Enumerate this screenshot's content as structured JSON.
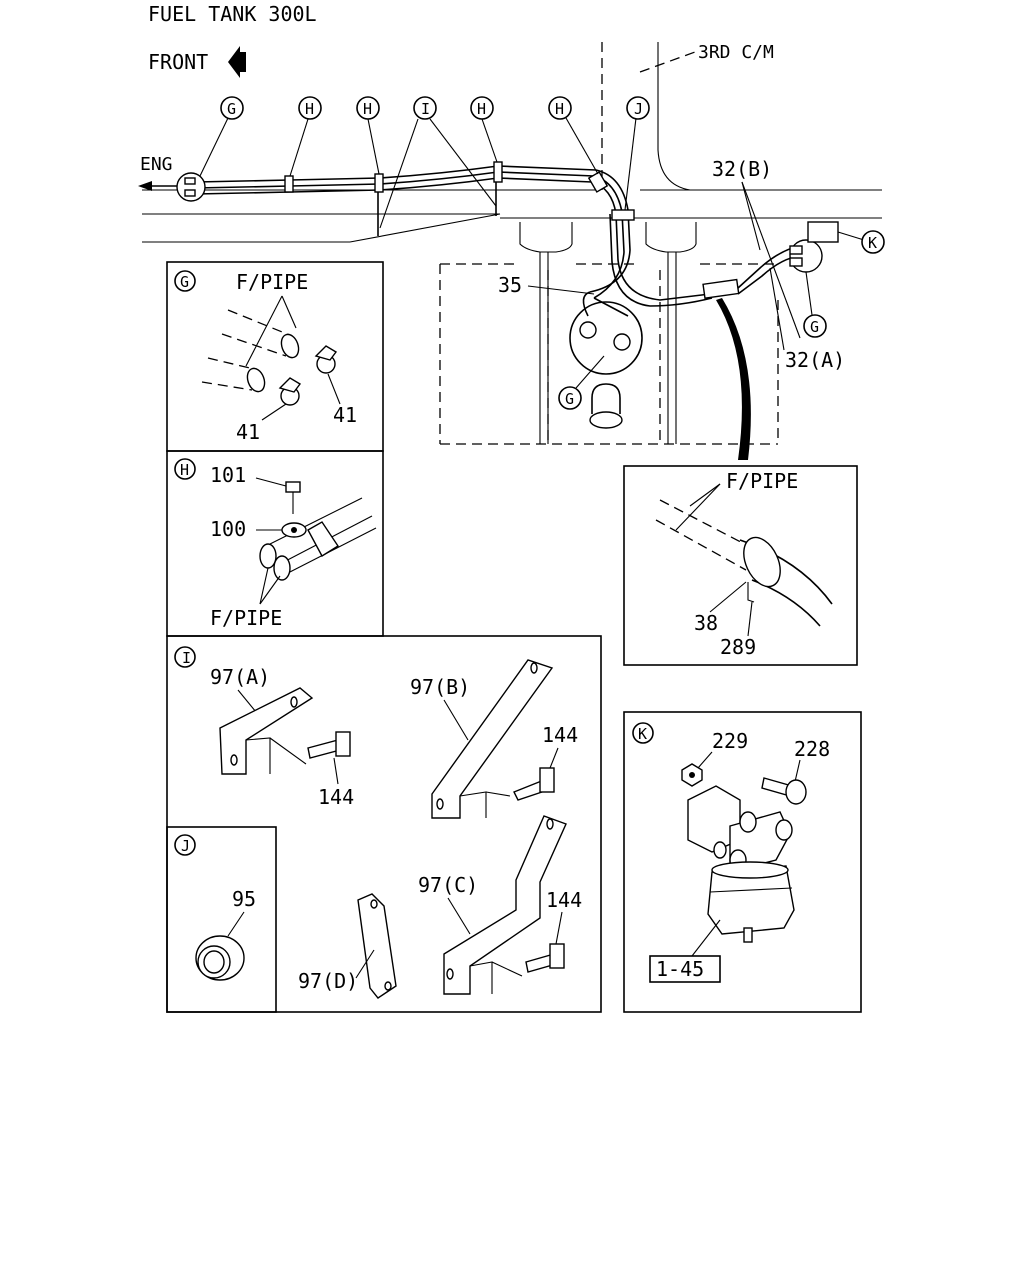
{
  "title": "FUEL TANK 300L",
  "front_label": "FRONT",
  "main_view": {
    "eng_label": "ENG",
    "crossmember_label": "3RD C/M",
    "callouts": {
      "g1": "G",
      "h1": "H",
      "h2": "H",
      "i1": "I",
      "h3": "H",
      "h4": "H",
      "j1": "J",
      "g2": "G",
      "g3": "G",
      "k1": "K"
    },
    "part_32b": "32(B)",
    "part_32a": "32(A)",
    "part_35": "35"
  },
  "detail_g": {
    "letter": "G",
    "pipe_label": "F/PIPE",
    "part_a": "41",
    "part_b": "41"
  },
  "detail_h": {
    "letter": "H",
    "bolt": "101",
    "clip": "100",
    "pipe_label": "F/PIPE"
  },
  "detail_i": {
    "letter": "I",
    "bracket_a": "97(A)",
    "bracket_b": "97(B)",
    "bracket_c": "97(C)",
    "bracket_d": "97(D)",
    "bolt_a": "144",
    "bolt_b": "144",
    "bolt_c": "144"
  },
  "detail_j": {
    "letter": "J",
    "grommet": "95"
  },
  "detail_pipe": {
    "pipe_label": "F/PIPE",
    "hose": "38",
    "clamp": "289"
  },
  "detail_k": {
    "letter": "K",
    "nut": "229",
    "bolt": "228",
    "filter": "1-45"
  }
}
